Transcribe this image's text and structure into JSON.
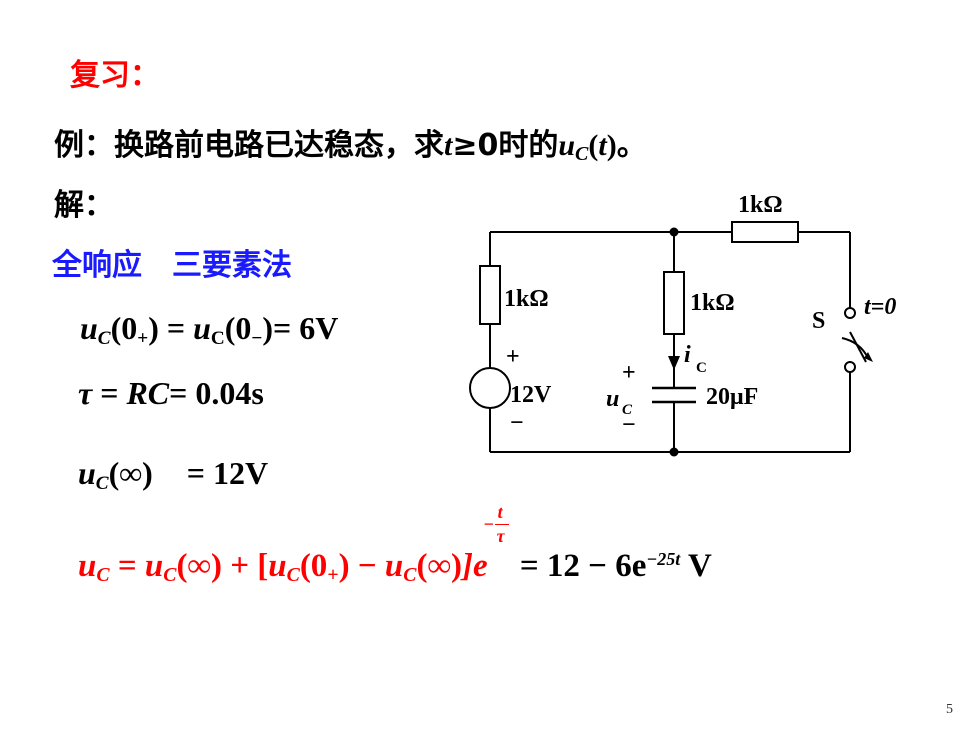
{
  "review_title": "复习：",
  "example": {
    "prefix": "例：换路前电路已达稳态，求",
    "t": "t",
    "cond": "≥0时的",
    "u": "u",
    "u_sub": "C",
    "arg_open": "(",
    "arg_t": "t",
    "arg_close": ")",
    "end": "。"
  },
  "solution_label": "解：",
  "method_label": "全响应　三要素法",
  "eq_initial": {
    "u": "u",
    "sub": "C",
    "a": "(0",
    "plus": "+",
    "b": ") = ",
    "u2": "u",
    "sub2": "C",
    "c": "(0",
    "minus": "−",
    "d": ")= 6V"
  },
  "eq_tau": {
    "tau": "τ",
    "eq": " = ",
    "rc": "RC",
    "val": "= 0.04s"
  },
  "eq_final": {
    "u": "u",
    "sub": "C",
    "arg": "(∞)",
    "val": "= 12V"
  },
  "formula": {
    "u": "u",
    "sub": "C",
    "eq": " = ",
    "t1_u": "u",
    "t1_sub": "C",
    "t1_arg": "(∞)",
    "plus": " + [",
    "t2_u": "u",
    "t2_sub": "C",
    "t2_arg": "(0",
    "t2_plus": "+",
    "t2_close": ")",
    "minus": " − ",
    "t3_u": "u",
    "t3_sub": "C",
    "t3_arg": "(∞)",
    "bracket_e": "]e",
    "exp_num": "t",
    "exp_den": "τ",
    "exp_minus": "−",
    "result": "= 12 − 6e",
    "result_exp": "−25t",
    "unit": " V"
  },
  "circuit": {
    "r_top": "1kΩ",
    "r_left": "1kΩ",
    "r_mid": "1kΩ",
    "switch": "S",
    "t0": "t=0",
    "plus": "+",
    "minus": "−",
    "source": "12V",
    "uc_u": "u",
    "uc_sub": "C",
    "ic_i": "i",
    "ic_sub": "C",
    "cap": "20μF"
  },
  "page_number": "5"
}
